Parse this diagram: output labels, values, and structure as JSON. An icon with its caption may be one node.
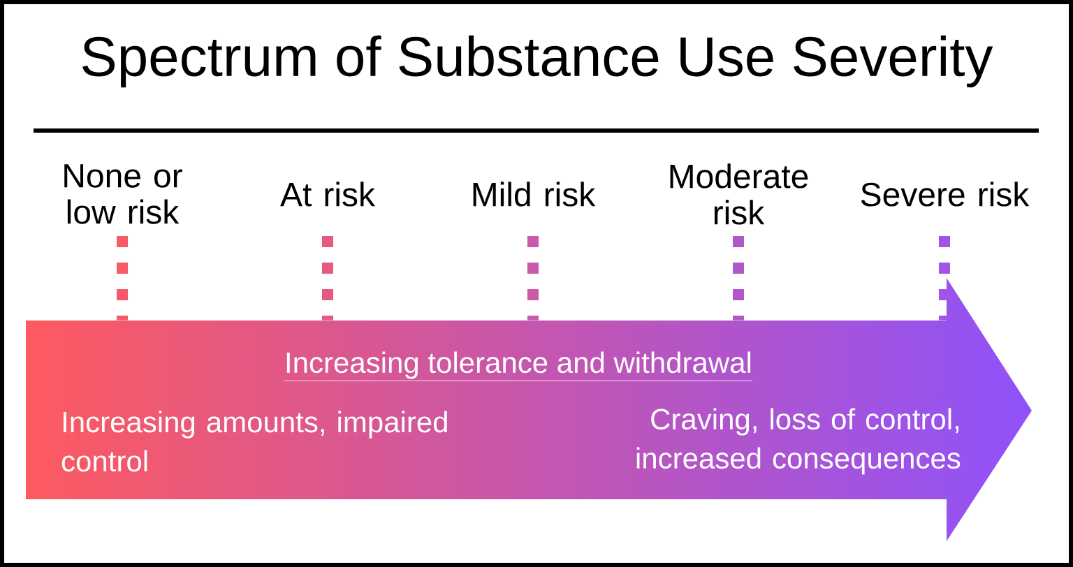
{
  "diagram": {
    "title": "Spectrum of Substance Use Severity",
    "nodes": [
      {
        "text": [
          "None or low risk"
        ]
      },
      {
        "text": [
          "At risk"
        ]
      },
      {
        "text": [
          "Mild risk"
        ]
      },
      {
        "text": [
          "Moderate risk"
        ]
      },
      {
        "text": [
          "Severe risk"
        ]
      },
      {
        "text": [
          "Increasing tolerance and withdrawal",
          "Increasing amounts, impaired control",
          "Craving, loss of control, increased consequences"
        ]
      }
    ],
    "edges": [
      {
        "from": 0,
        "to": 5,
        "arrow": "none",
        "style": "dashed",
        "color": "#f85a6a"
      },
      {
        "from": 1,
        "to": 5,
        "arrow": "none",
        "style": "dashed",
        "color": "#e55a80"
      },
      {
        "from": 2,
        "to": 5,
        "arrow": "none",
        "style": "dashed",
        "color": "#c95aa8"
      },
      {
        "from": 3,
        "to": 5,
        "arrow": "none",
        "style": "dashed",
        "color": "#b058c8"
      },
      {
        "from": 4,
        "to": 5,
        "arrow": "none",
        "style": "dashed",
        "color": "#9f55e8"
      }
    ]
  }
}
